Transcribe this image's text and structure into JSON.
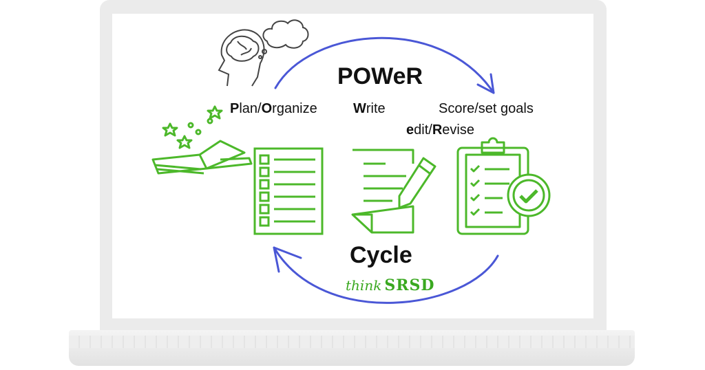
{
  "diagram": {
    "title": "POWeR",
    "subtitle": "Cycle",
    "steps": [
      {
        "bold": "P",
        "rest": "lan/"
      },
      {
        "bold": "O",
        "rest": "rganize"
      },
      {
        "bold": "W",
        "rest": "rite"
      },
      {
        "bold": "e",
        "rest": "dit/"
      },
      {
        "bold": "R",
        "rest": "evise"
      }
    ],
    "score_label": "Score/set goals",
    "logo": {
      "think": "think",
      "srsd": "SRSD"
    },
    "colors": {
      "green": "#4cb82a",
      "blue": "#4a57d6",
      "text": "#111111"
    }
  }
}
